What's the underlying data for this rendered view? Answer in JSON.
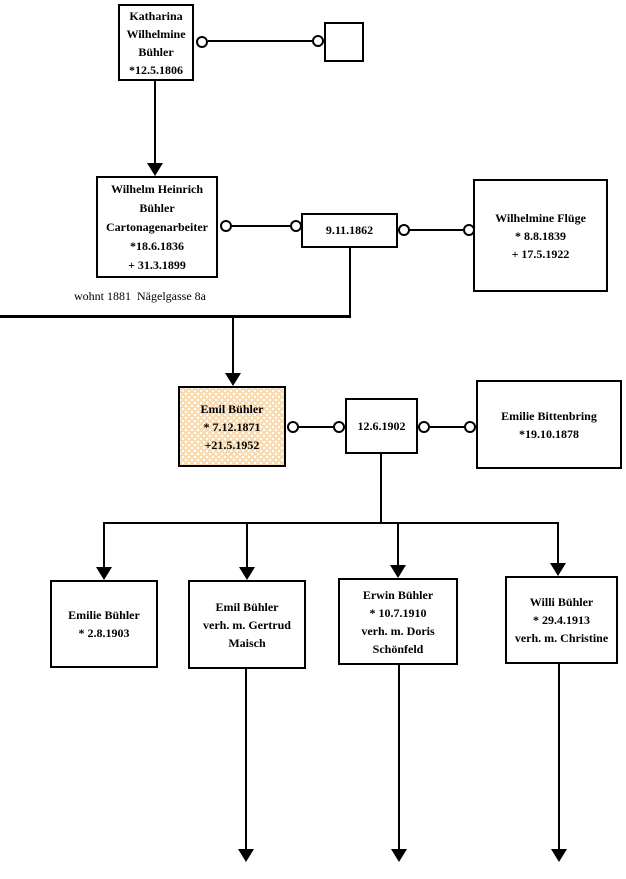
{
  "diagram": {
    "type": "family-tree",
    "colors": {
      "line": "#000000",
      "box_background": "#ffffff",
      "highlight_background": "#f9dcb2"
    },
    "annotation": "wohnt 1881  Nägelgasse 8a",
    "nodes": {
      "katharina": {
        "lines": [
          "Katharina",
          "Wilhelmine",
          "Bühler",
          "*12.5.1806"
        ]
      },
      "wilhelm": {
        "lines": [
          "Wilhelm Heinrich",
          "Bühler",
          "Cartonagenarbeiter",
          "*18.6.1836",
          "+ 31.3.1899"
        ]
      },
      "marriage1": {
        "date": "9.11.1862"
      },
      "fluege": {
        "lines": [
          "Wilhelmine Flüge",
          "* 8.8.1839",
          "+ 17.5.1922"
        ]
      },
      "emil": {
        "lines": [
          "Emil Bühler",
          "* 7.12.1871",
          "+21.5.1952"
        ],
        "highlighted": true
      },
      "marriage2": {
        "date": "12.6.1902"
      },
      "bittenbring": {
        "lines": [
          "Emilie Bittenbring",
          "*19.10.1878"
        ]
      },
      "child1": {
        "lines": [
          "Emilie Bühler",
          "* 2.8.1903"
        ]
      },
      "child2": {
        "lines": [
          "Emil Bühler",
          "verh. m. Gertrud",
          "Maisch"
        ]
      },
      "child3": {
        "lines": [
          "Erwin Bühler",
          "* 10.7.1910",
          "verh. m. Doris",
          "Schönfeld"
        ]
      },
      "child4": {
        "lines": [
          "Willi Bühler",
          "* 29.4.1913",
          "verh. m. Christine"
        ]
      }
    }
  }
}
